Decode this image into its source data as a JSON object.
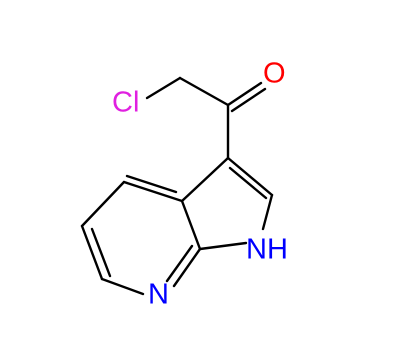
{
  "molecule": {
    "atoms": {
      "chlorine": "Cl",
      "oxygen": "O",
      "pyrrole_nh": "NH",
      "pyridine_n": "N"
    }
  },
  "colors": {
    "bond": "#000000",
    "chlorine": "#e020e0",
    "oxygen": "#ff0000",
    "nitrogen": "#0000ff",
    "background": "#ffffff"
  }
}
